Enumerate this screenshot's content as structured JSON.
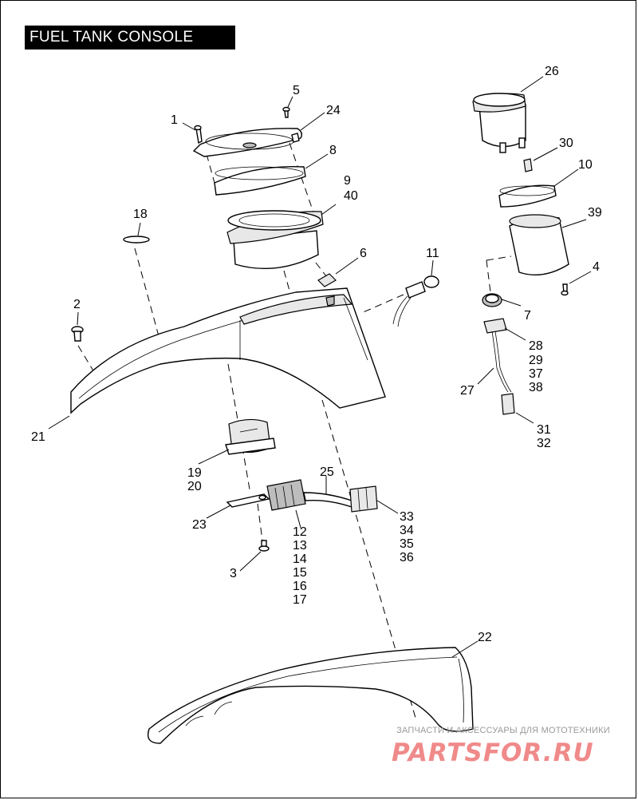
{
  "title": "FUEL TANK CONSOLE",
  "callouts": [
    {
      "id": "c1",
      "text": "1"
    },
    {
      "id": "c5",
      "text": "5"
    },
    {
      "id": "c24",
      "text": "24"
    },
    {
      "id": "c8",
      "text": "8"
    },
    {
      "id": "c9",
      "text": "9"
    },
    {
      "id": "c40",
      "text": "40"
    },
    {
      "id": "c18",
      "text": "18"
    },
    {
      "id": "c6",
      "text": "6"
    },
    {
      "id": "c11",
      "text": "11"
    },
    {
      "id": "c2",
      "text": "2"
    },
    {
      "id": "c21",
      "text": "21"
    },
    {
      "id": "c26",
      "text": "26"
    },
    {
      "id": "c30",
      "text": "30"
    },
    {
      "id": "c10",
      "text": "10"
    },
    {
      "id": "c39",
      "text": "39"
    },
    {
      "id": "c4",
      "text": "4"
    },
    {
      "id": "c7",
      "text": "7"
    },
    {
      "id": "c28",
      "text": "28"
    },
    {
      "id": "c29",
      "text": "29"
    },
    {
      "id": "c37",
      "text": "37"
    },
    {
      "id": "c38",
      "text": "38"
    },
    {
      "id": "c27",
      "text": "27"
    },
    {
      "id": "c31",
      "text": "31"
    },
    {
      "id": "c32",
      "text": "32"
    },
    {
      "id": "c19",
      "text": "19"
    },
    {
      "id": "c20",
      "text": "20"
    },
    {
      "id": "c25",
      "text": "25"
    },
    {
      "id": "c23",
      "text": "23"
    },
    {
      "id": "c33",
      "text": "33"
    },
    {
      "id": "c34",
      "text": "34"
    },
    {
      "id": "c35",
      "text": "35"
    },
    {
      "id": "c36",
      "text": "36"
    },
    {
      "id": "c12",
      "text": "12"
    },
    {
      "id": "c13",
      "text": "13"
    },
    {
      "id": "c14",
      "text": "14"
    },
    {
      "id": "c15",
      "text": "15"
    },
    {
      "id": "c16",
      "text": "16"
    },
    {
      "id": "c17",
      "text": "17"
    },
    {
      "id": "c3",
      "text": "3"
    },
    {
      "id": "c22",
      "text": "22"
    }
  ],
  "watermark": {
    "caption": "ЗАПЧАСТИ И АКСЕССУАРЫ ДЛЯ МОТОТЕХНИКИ",
    "logo": "PARTSFOR.RU",
    "logo_color": "#f08a8a"
  },
  "colors": {
    "ink": "#000000",
    "paper": "#ffffff",
    "shade": "#bdbdbd"
  }
}
